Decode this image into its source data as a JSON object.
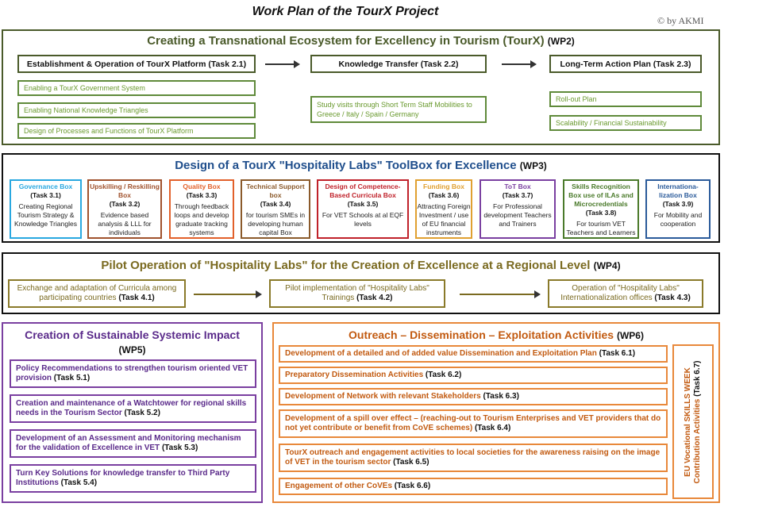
{
  "title": "Work Plan of the TourX Project",
  "copyright": "© by AKMI",
  "colors": {
    "wp2": "#4a5a2a",
    "wp2_sub": "#6a9a2f",
    "wp3": "#1f4e8c",
    "wp4": "#7a6a20",
    "wp5": "#7a3fa0",
    "wp6": "#e8883a"
  },
  "wp2": {
    "title": "Creating a Transnational Ecosystem for Excellency in Tourism (TourX)",
    "tag": "(WP2)",
    "t21": {
      "label": "Establishment & Operation of TourX Platform",
      "task": "(Task 2.1)"
    },
    "t22": {
      "label": "Knowledge Transfer",
      "task": "(Task 2.2)"
    },
    "t23": {
      "label": "Long-Term Action Plan",
      "task": "(Task 2.3)"
    },
    "sub21": [
      "Enabling a TourX Government System",
      "Enabling National Knowledge Triangles",
      "Design of Processes and Functions of TourX Platform"
    ],
    "sub22": "Study visits through Short Term Staff Mobilities to Greece / Italy / Spain / Germany",
    "sub23": [
      "Roll-out Plan",
      "Scalability / Financial Sustainability"
    ]
  },
  "wp3": {
    "title": "Design of a TourX \"Hospitality Labs\" ToolBox for Excellence",
    "tag": "(WP3)",
    "boxes": [
      {
        "head": "Governance Box",
        "task": "(Task 3.1)",
        "desc": "Creating Regional Tourism Strategy & Knowledge Triangles",
        "color": "#29a8e0"
      },
      {
        "head": "Upskilling / Reskilling Box",
        "task": "(Task 3.2)",
        "desc": "Evidence based analysis & LLL for individuals",
        "color": "#a0522d"
      },
      {
        "head": "Quality Box",
        "task": "(Task 3.3)",
        "desc": "Through feedback loops and develop graduate tracking systems",
        "color": "#e2602a"
      },
      {
        "head": "Technical Support box",
        "task": "(Task 3.4)",
        "desc": "for tourism SMEs in developing human capital Box",
        "color": "#8b5a2b"
      },
      {
        "head": "Design of Competence-Based Curricula Box",
        "task": "(Task 3.5)",
        "desc": "For VET Schools at al EQF levels",
        "color": "#c0212a"
      },
      {
        "head": "Funding Box",
        "task": "(Task 3.6)",
        "desc": "Attracting Foreign Investment / use of EU financial instruments",
        "color": "#e0a030"
      },
      {
        "head": "ToT Box",
        "task": "(Task 3.7)",
        "desc": "For Professional development Teachers and Trainers",
        "color": "#7a3fa0"
      },
      {
        "head": "Skills Recognition Box use of ILAs and Microcredentials",
        "task": "(Task 3.8)",
        "desc": "For tourism VET Teachers and Learners",
        "color": "#4a7a2a"
      },
      {
        "head": "Internationa-lization Box",
        "task": "(Task 3.9)",
        "desc": "For Mobility and cooperation",
        "color": "#2a5a9a"
      }
    ]
  },
  "wp4": {
    "title": "Pilot Operation of \"Hospitality Labs\" for the Creation of Excellence at a Regional Level",
    "tag": "(WP4)",
    "t41": {
      "label": "Exchange and adaptation of Curricula among participating countries",
      "task": "(Task 4.1)"
    },
    "t42": {
      "label": "Pilot implementation of \"Hospitality Labs\" Trainings",
      "task": "(Task 4.2)"
    },
    "t43": {
      "label": "Operation of \"Hospitality Labs\" Internationalization offices",
      "task": "(Task 4.3)"
    }
  },
  "wp5": {
    "title": "Creation of Sustainable Systemic Impact",
    "tag": "(WP5)",
    "items": [
      {
        "label": "Policy Recommendations to strengthen tourism oriented VET provision",
        "task": "(Task 5.1)"
      },
      {
        "label": "Creation and maintenance of a Watchtower for regional skills needs in the Tourism Sector",
        "task": "(Task 5.2)"
      },
      {
        "label": "Development of an Assessment and Monitoring mechanism for the validation of Excellence in VET",
        "task": "(Task 5.3)"
      },
      {
        "label": "Turn Key Solutions for knowledge transfer to Third Party Institutions",
        "task": "(Task 5.4)"
      }
    ]
  },
  "wp6": {
    "title": "Outreach – Dissemination – Exploitation Activities",
    "tag": "(WP6)",
    "items": [
      {
        "label": "Development of a detailed and of added value Dissemination and Exploitation Plan",
        "task": "(Task 6.1)"
      },
      {
        "label": "Preparatory Dissemination Activities",
        "task": "(Task 6.2)"
      },
      {
        "label": "Development of Network with relevant Stakeholders",
        "task": "(Task 6.3)"
      },
      {
        "label": "Development of a spill over effect – (reaching-out to Tourism Enterprises and VET providers that do not yet contribute or benefit from CoVE schemes)",
        "task": "(Task 6.4)"
      },
      {
        "label": "TourX outreach and engagement activities to local societies for the awareness raising on the image of VET in the tourism sector",
        "task": "(Task 6.5)"
      },
      {
        "label": "Engagement of other CoVEs",
        "task": "(Task 6.6)"
      }
    ],
    "side": {
      "label": "EU Vocational SKILLS WEEK Contribution Activities",
      "task": "(Task 6.7)"
    }
  }
}
